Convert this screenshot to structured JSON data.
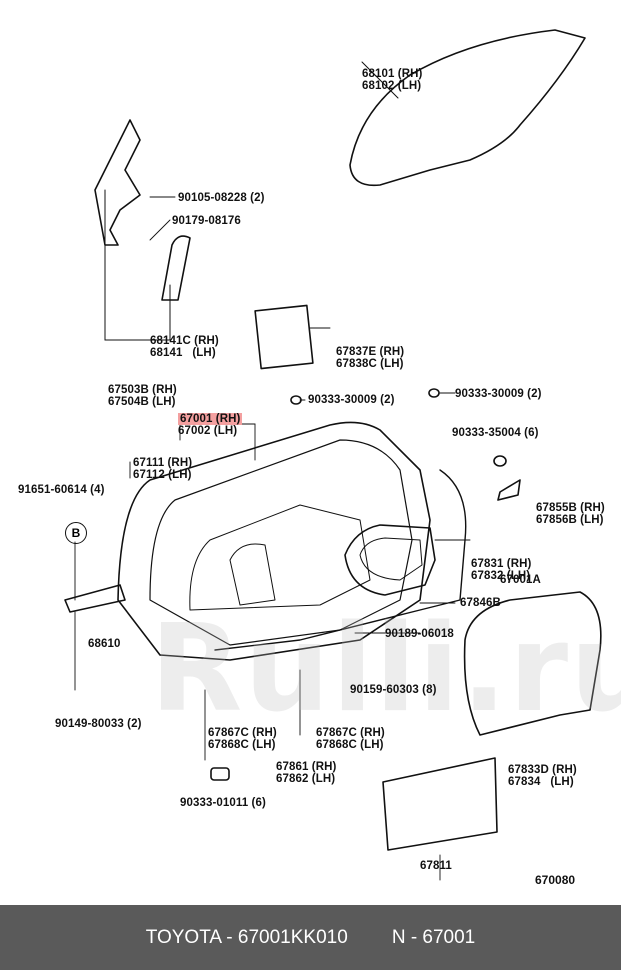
{
  "labels": {
    "l68101": [
      "68101 (RH)",
      "68102 (LH)"
    ],
    "l90105": "90105-08228 (2)",
    "l90179": "90179-08176",
    "l68141": [
      "68141C (RH)",
      "68141   (LH)"
    ],
    "l67503": [
      "67503B (RH)",
      "67504B (LH)"
    ],
    "l67837": [
      "67837E (RH)",
      "67838C (LH)"
    ],
    "l67001": [
      "67001 (RH)",
      "67002 (LH)"
    ],
    "l90333a": "90333-30009 (2)",
    "l90333b": "90333-30009 (2)",
    "l90333c": "90333-35004 (6)",
    "l67111": [
      "67111 (RH)",
      "67112 (LH)"
    ],
    "l91651": "91651-60614 (4)",
    "l67855": [
      "67855B (RH)",
      "67856B (LH)"
    ],
    "lB": "B",
    "l67831": [
      "67831 (RH)",
      "67832 (LH)"
    ],
    "l67001A": "67001A",
    "l67846": "67846B",
    "l68610": "68610",
    "l90189": "90189-06018",
    "l90159": "90159-60303 (8)",
    "l90149": "90149-80033 (2)",
    "l67867a": [
      "67867C (RH)",
      "67868C (LH)"
    ],
    "l67867b": [
      "67867C (RH)",
      "67868C (LH)"
    ],
    "l67833": [
      "67833D (RH)",
      "67834   (LH)"
    ],
    "l67861": [
      "67861 (RH)",
      "67862 (LH)"
    ],
    "l90333d": "90333-01011 (6)",
    "l67811": "67811",
    "code": "670080"
  },
  "watermark": "Rulli.ru",
  "footer": {
    "part": "TOYOTA - 67001KK010",
    "ref": "N - 67001"
  },
  "colors": {
    "footer_bg": "#5a5a5a",
    "highlight": "#f4a0a0"
  }
}
